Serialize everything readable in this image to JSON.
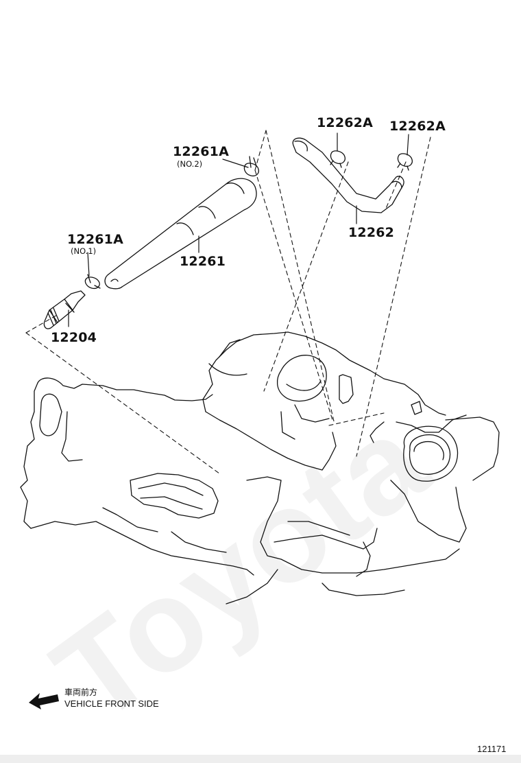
{
  "watermark": "Toyota",
  "labels": {
    "p12261a_no2": "12261A",
    "p12261a_no2_sub": "(NO.2)",
    "p12262a_left": "12262A",
    "p12262a_right": "12262A",
    "p12261a_no1": "12261A",
    "p12261a_no1_sub": "(NO.1)",
    "p12261": "12261",
    "p12262": "12262",
    "p12204": "12204"
  },
  "legend": {
    "japanese": "車両前方",
    "english": "VEHICLE FRONT SIDE",
    "arrow_icon": "arrow-left-icon"
  },
  "figure_number": "121171",
  "colors": {
    "line": "#111111",
    "watermark": "#000000",
    "background": "#ffffff"
  }
}
